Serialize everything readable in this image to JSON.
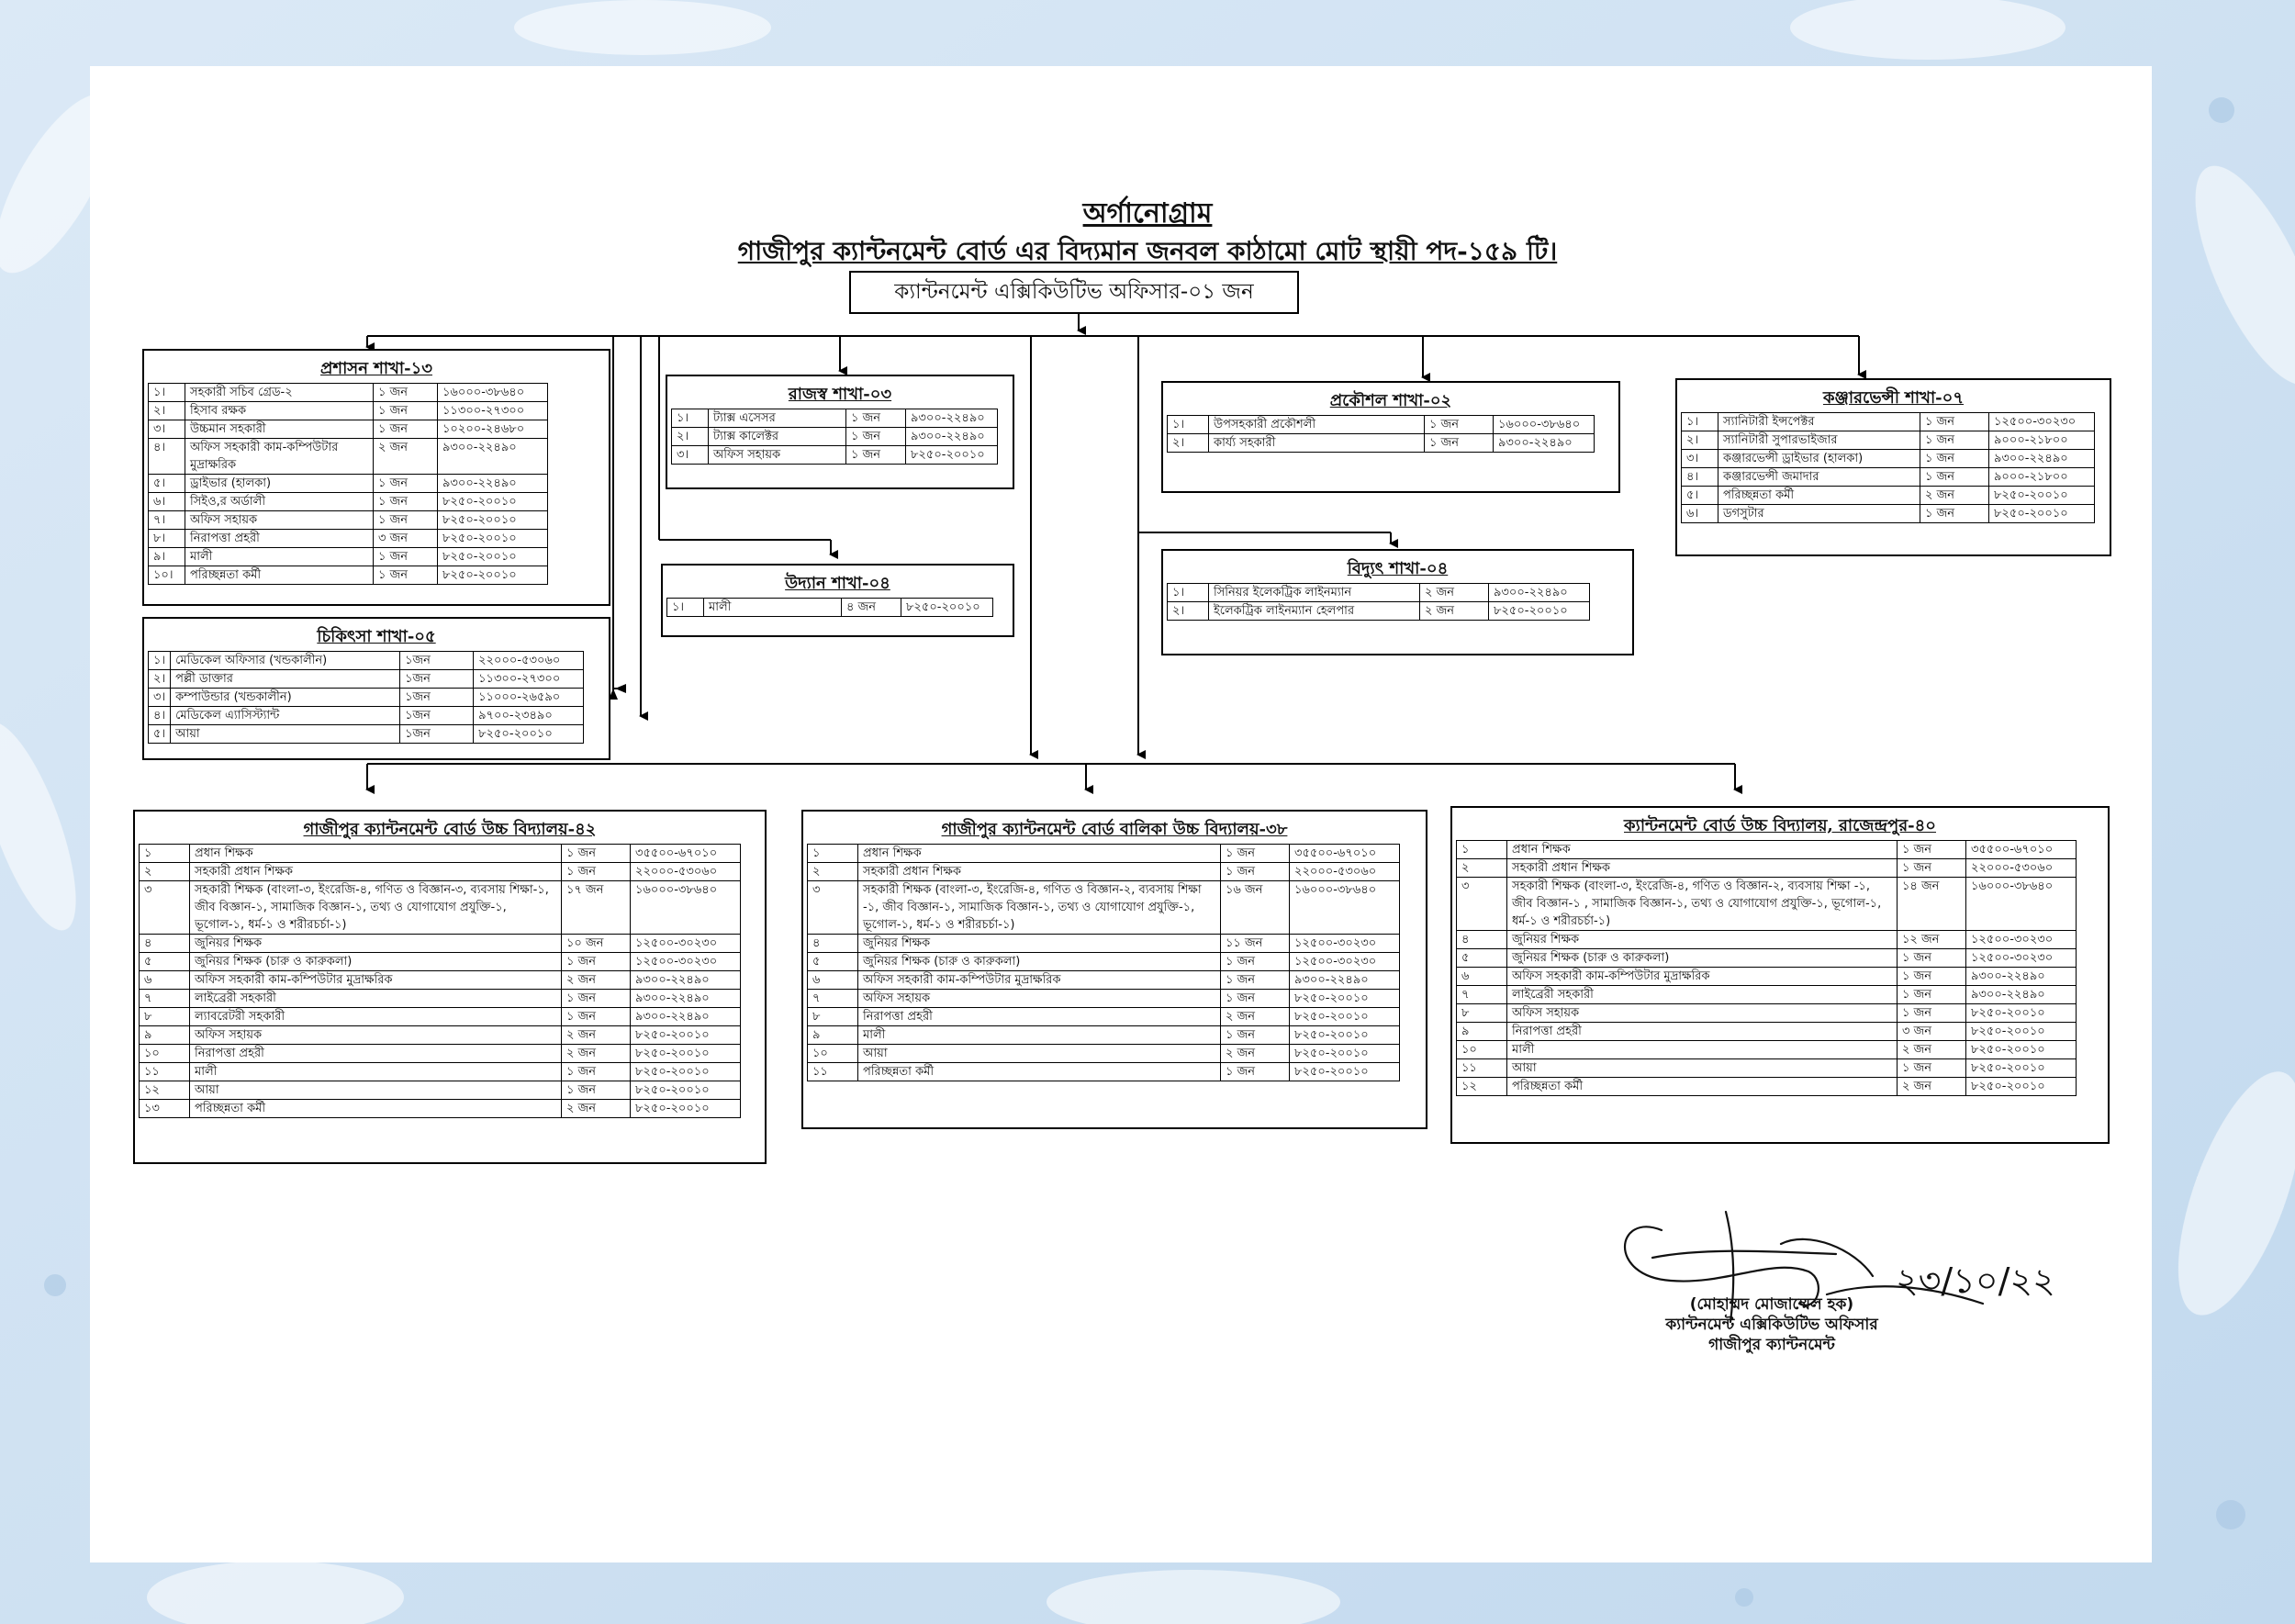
{
  "title": "অর্গানোগ্রাম",
  "subtitle": "গাজীপুর ক্যান্টনমেন্ট বোর্ড এর বিদ্যমান জনবল কাঠামো মোট স্থায়ী পদ-১৫৯ টি।",
  "top": "ক্যান্টনমেন্ট এক্সিকিউটিভ অফিসার-০১ জন",
  "branches": {
    "admin": {
      "title": "প্রশাসন শাখা-১৩",
      "rows": [
        [
          "১।",
          "সহকারী সচিব গ্রেড-২",
          "১ জন",
          "১৬০০০-৩৮৬৪০"
        ],
        [
          "২।",
          "হিসাব রক্ষক",
          "১ জন",
          "১১৩০০-২৭৩০০"
        ],
        [
          "৩।",
          "উচ্চমান সহকারী",
          "১ জন",
          "১০২০০-২৪৬৮০"
        ],
        [
          "৪।",
          "অফিস সহকারী কাম-কম্পিউটার মুদ্রাক্ষরিক",
          "২ জন",
          "৯৩০০-২২৪৯০"
        ],
        [
          "৫।",
          "ড্রাইভার (হালকা)",
          "১ জন",
          "৯৩০০-২২৪৯০"
        ],
        [
          "৬।",
          "সিইও,র অর্ডালী",
          "১ জন",
          "৮২৫০-২০০১০"
        ],
        [
          "৭।",
          "অফিস সহায়ক",
          "১ জন",
          "৮২৫০-২০০১০"
        ],
        [
          "৮।",
          "নিরাপত্তা প্রহরী",
          "৩ জন",
          "৮২৫০-২০০১০"
        ],
        [
          "৯।",
          "মালী",
          "১ জন",
          "৮২৫০-২০০১০"
        ],
        [
          "১০।",
          "পরিচ্ছন্নতা কর্মী",
          "১ জন",
          "৮২৫০-২০০১০"
        ]
      ]
    },
    "medical": {
      "title": "চিকিৎসা শাখা-০৫",
      "rows": [
        [
          "১।",
          "মেডিকেল অফিসার (খন্ডকালীন)",
          "১জন",
          "২২০০০-৫৩০৬০"
        ],
        [
          "২।",
          "পল্লী ডাক্তার",
          "১জন",
          "১১৩০০-২৭৩০০"
        ],
        [
          "৩।",
          "কম্পাউন্ডার (খন্ডকালীন)",
          "১জন",
          "১১০০০-২৬৫৯০"
        ],
        [
          "৪।",
          "মেডিকেল এ্যাসিস্ট্যান্ট",
          "১জন",
          "৯৭০০-২৩৪৯০"
        ],
        [
          "৫।",
          "আয়া",
          "১জন",
          "৮২৫০-২০০১০"
        ]
      ]
    },
    "revenue": {
      "title": "রাজস্ব শাখা-০৩",
      "rows": [
        [
          "১।",
          "ট্যাক্স এসেসর",
          "১ জন",
          "৯৩০০-২২৪৯০"
        ],
        [
          "২।",
          "ট্যাক্স কালেক্টর",
          "১ জন",
          "৯৩০০-২২৪৯০"
        ],
        [
          "৩।",
          "অফিস সহায়ক",
          "১ জন",
          "৮২৫০-২০০১০"
        ]
      ]
    },
    "garden": {
      "title": "উদ্যান শাখা-০৪",
      "rows": [
        [
          "১।",
          "মালী",
          "৪ জন",
          "৮২৫০-২০০১০"
        ]
      ]
    },
    "engineering": {
      "title": "প্রকৌশল শাখা-০২",
      "rows": [
        [
          "১।",
          "উপসহকারী প্রকৌশলী",
          "১ জন",
          "১৬০০০-৩৮৬৪০"
        ],
        [
          "২।",
          "কার্য্য সহকারী",
          "১ জন",
          "৯৩০০-২২৪৯০"
        ]
      ]
    },
    "electric": {
      "title": "বিদ্যুৎ শাখা-০৪",
      "rows": [
        [
          "১।",
          "সিনিয়র ইলেকট্রিক লাইনম্যান",
          "২ জন",
          "৯৩০০-২২৪৯০"
        ],
        [
          "২।",
          "ইলেকট্রিক লাইনম্যান হেলপার",
          "২ জন",
          "৮২৫০-২০০১০"
        ]
      ]
    },
    "conservancy": {
      "title": "কঞ্জারভেন্সী শাখা-০৭",
      "rows": [
        [
          "১।",
          "স্যানিটারী ইন্সপেক্টর",
          "১ জন",
          "১২৫০০-৩০২৩০"
        ],
        [
          "২।",
          "স্যানিটারী সুপারভাইজার",
          "১ জন",
          "৯০০০-২১৮০০"
        ],
        [
          "৩।",
          "কঞ্জারভেন্সী ড্রাইভার (হালকা)",
          "১ জন",
          "৯৩০০-২২৪৯০"
        ],
        [
          "৪।",
          "কঞ্জারভেন্সী জমাদার",
          "১ জন",
          "৯০০০-২১৮০০"
        ],
        [
          "৫।",
          "পরিচ্ছন্নতা কর্মী",
          "২ জন",
          "৮২৫০-২০০১০"
        ],
        [
          "৬।",
          "ডগসুটার",
          "১ জন",
          "৮২৫০-২০০১০"
        ]
      ]
    }
  },
  "schools": {
    "s1": {
      "title": "গাজীপুর ক্যান্টনমেন্ট বোর্ড উচ্চ বিদ্যালয়-৪২",
      "rows": [
        [
          "১",
          "প্রধান শিক্ষক",
          "১ জন",
          "৩৫৫০০-৬৭০১০"
        ],
        [
          "২",
          "সহকারী প্রধান শিক্ষক",
          "১ জন",
          "২২০০০-৫৩০৬০"
        ],
        [
          "৩",
          "সহকারী শিক্ষক (বাংলা-৩, ইংরেজি-৪, গণিত ও বিজ্ঞান-৩, ব্যবসায় শিক্ষা-১, জীব বিজ্ঞান-১, সামাজিক বিজ্ঞান-১, তথ্য ও যোগাযোগ প্রযুক্তি-১, ভূগোল-১, ধর্ম-১ ও শরীরচর্চা-১)",
          "১৭ জন",
          "১৬০০০-৩৮৬৪০"
        ],
        [
          "৪",
          "জুনিয়র শিক্ষক",
          "১০ জন",
          "১২৫০০-৩০২৩০"
        ],
        [
          "৫",
          "জুনিয়র শিক্ষক (চারু ও কারুকলা)",
          "১ জন",
          "১২৫০০-৩০২৩০"
        ],
        [
          "৬",
          "অফিস সহকারী কাম-কম্পিউটার মুদ্রাক্ষরিক",
          "২ জন",
          "৯৩০০-২২৪৯০"
        ],
        [
          "৭",
          "লাইব্রেরী সহকারী",
          "১ জন",
          "৯৩০০-২২৪৯০"
        ],
        [
          "৮",
          "ল্যাবরেটরী সহকারী",
          "১ জন",
          "৯৩০০-২২৪৯০"
        ],
        [
          "৯",
          "অফিস সহায়ক",
          "২ জন",
          "৮২৫০-২০০১০"
        ],
        [
          "১০",
          "নিরাপত্তা প্রহরী",
          "২ জন",
          "৮২৫০-২০০১০"
        ],
        [
          "১১",
          "মালী",
          "১ জন",
          "৮২৫০-২০০১০"
        ],
        [
          "১২",
          "আয়া",
          "১ জন",
          "৮২৫০-২০০১০"
        ],
        [
          "১৩",
          "পরিচ্ছন্নতা কর্মী",
          "২ জন",
          "৮২৫০-২০০১০"
        ]
      ]
    },
    "s2": {
      "title": "গাজীপুর ক্যান্টনমেন্ট বোর্ড বালিকা উচ্চ বিদ্যালয়-৩৮",
      "rows": [
        [
          "১",
          "প্রধান শিক্ষক",
          "১ জন",
          "৩৫৫০০-৬৭০১০"
        ],
        [
          "২",
          "সহকারী প্রধান শিক্ষক",
          "১ জন",
          "২২০০০-৫৩০৬০"
        ],
        [
          "৩",
          "সহকারী শিক্ষক (বাংলা-৩, ইংরেজি-৪, গণিত ও বিজ্ঞান-২, ব্যবসায় শিক্ষা -১, জীব বিজ্ঞান-১, সামাজিক বিজ্ঞান-১, তথ্য ও যোগাযোগ প্রযুক্তি-১, ভূগোল-১, ধর্ম-১ ও শরীরচর্চা-১)",
          "১৬ জন",
          "১৬০০০-৩৮৬৪০"
        ],
        [
          "৪",
          "জুনিয়র শিক্ষক",
          "১১ জন",
          "১২৫০০-৩০২৩০"
        ],
        [
          "৫",
          "জুনিয়র শিক্ষক (চারু ও কারুকলা)",
          "১ জন",
          "১২৫০০-৩০২৩০"
        ],
        [
          "৬",
          "অফিস সহকারী কাম-কম্পিউটার মুদ্রাক্ষরিক",
          "১ জন",
          "৯৩০০-২২৪৯০"
        ],
        [
          "৭",
          "অফিস সহায়ক",
          "১ জন",
          "৮২৫০-২০০১০"
        ],
        [
          "৮",
          "নিরাপত্তা প্রহরী",
          "২ জন",
          "৮২৫০-২০০১০"
        ],
        [
          "৯",
          "মালী",
          "১ জন",
          "৮২৫০-২০০১০"
        ],
        [
          "১০",
          "আয়া",
          "২ জন",
          "৮২৫০-২০০১০"
        ],
        [
          "১১",
          "পরিচ্ছন্নতা কর্মী",
          "১ জন",
          "৮২৫০-২০০১০"
        ]
      ]
    },
    "s3": {
      "title": "ক্যান্টনমেন্ট বোর্ড উচ্চ বিদ্যালয়, রাজেন্দ্রপুর-৪০",
      "rows": [
        [
          "১",
          "প্রধান শিক্ষক",
          "১ জন",
          "৩৫৫০০-৬৭০১০"
        ],
        [
          "২",
          "সহকারী প্রধান শিক্ষক",
          "১ জন",
          "২২০০০-৫৩০৬০"
        ],
        [
          "৩",
          "সহকারী শিক্ষক (বাংলা-৩, ইংরেজি-৪, গণিত ও বিজ্ঞান-২, ব্যবসায় শিক্ষা -১, জীব বিজ্ঞান-১ , সামাজিক বিজ্ঞান-১, তথ্য ও যোগাযোগ প্রযুক্তি-১, ভূগোল-১, ধর্ম-১ ও শরীরচর্চা-১)",
          "১৪ জন",
          "১৬০০০-৩৮৬৪০"
        ],
        [
          "৪",
          "জুনিয়র শিক্ষক",
          "১২ জন",
          "১২৫০০-৩০২৩০"
        ],
        [
          "৫",
          "জুনিয়র শিক্ষক (চারু ও কারুকলা)",
          "১ জন",
          "১২৫০০-৩০২৩০"
        ],
        [
          "৬",
          "অফিস সহকারী কাম-কম্পিউটার মুদ্রাক্ষরিক",
          "১ জন",
          "৯৩০০-২২৪৯০"
        ],
        [
          "৭",
          "লাইব্রেরী সহকারী",
          "১ জন",
          "৯৩০০-২২৪৯০"
        ],
        [
          "৮",
          "অফিস সহায়ক",
          "১ জন",
          "৮২৫০-২০০১০"
        ],
        [
          "৯",
          "নিরাপত্তা প্রহরী",
          "৩ জন",
          "৮২৫০-২০০১০"
        ],
        [
          "১০",
          "মালী",
          "২ জন",
          "৮২৫০-২০০১০"
        ],
        [
          "১১",
          "আয়া",
          "১ জন",
          "৮২৫০-২০০১০"
        ],
        [
          "১২",
          "পরিচ্ছন্নতা কর্মী",
          "২ জন",
          "৮২৫০-২০০১০"
        ]
      ]
    }
  },
  "signature": {
    "name": "(মোহাম্মদ মোজাম্মেল হক)",
    "designation": "ক্যান্টনমেন্ট এক্সিকিউটিভ অফিসার",
    "office": "গাজীপুর ক্যান্টনমেন্ট",
    "date": "২৩/১০/২২"
  }
}
